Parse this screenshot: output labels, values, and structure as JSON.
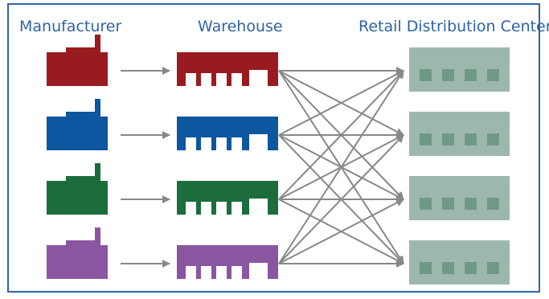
{
  "headers": {
    "manufacturer": "Manufacturer",
    "warehouse": "Warehouse",
    "retail": "Retail Distribution Center"
  },
  "colors": {
    "frame": "#2f63a8",
    "header_text": "#2f63a8",
    "arrow": "#888888",
    "rows": [
      "#9a1b1f",
      "#0d56a0",
      "#1b6e3c",
      "#8a56a1"
    ],
    "retail_fill": "#9cb8ad",
    "retail_window": "#6f9987",
    "window": "#ffffff"
  },
  "icons": {
    "manufacturer": "factory-icon",
    "warehouse": "warehouse-icon",
    "retail": "distribution-center-icon"
  }
}
